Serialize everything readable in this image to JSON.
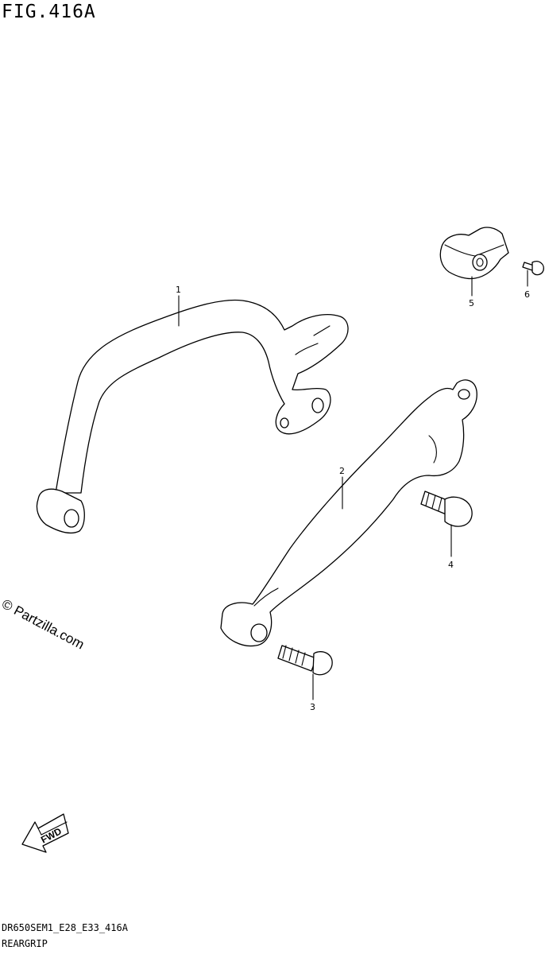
{
  "figure": {
    "title": "FIG.416A",
    "footer_code": "DR650SEM1_E28_E33_416A",
    "footer_name": "REARGRIP",
    "watermark": "© Partzilla.com"
  },
  "parts": [
    {
      "ref": "1"
    },
    {
      "ref": "2"
    },
    {
      "ref": "3"
    },
    {
      "ref": "4"
    },
    {
      "ref": "5"
    },
    {
      "ref": "6"
    }
  ],
  "fwd_label": "FWD"
}
